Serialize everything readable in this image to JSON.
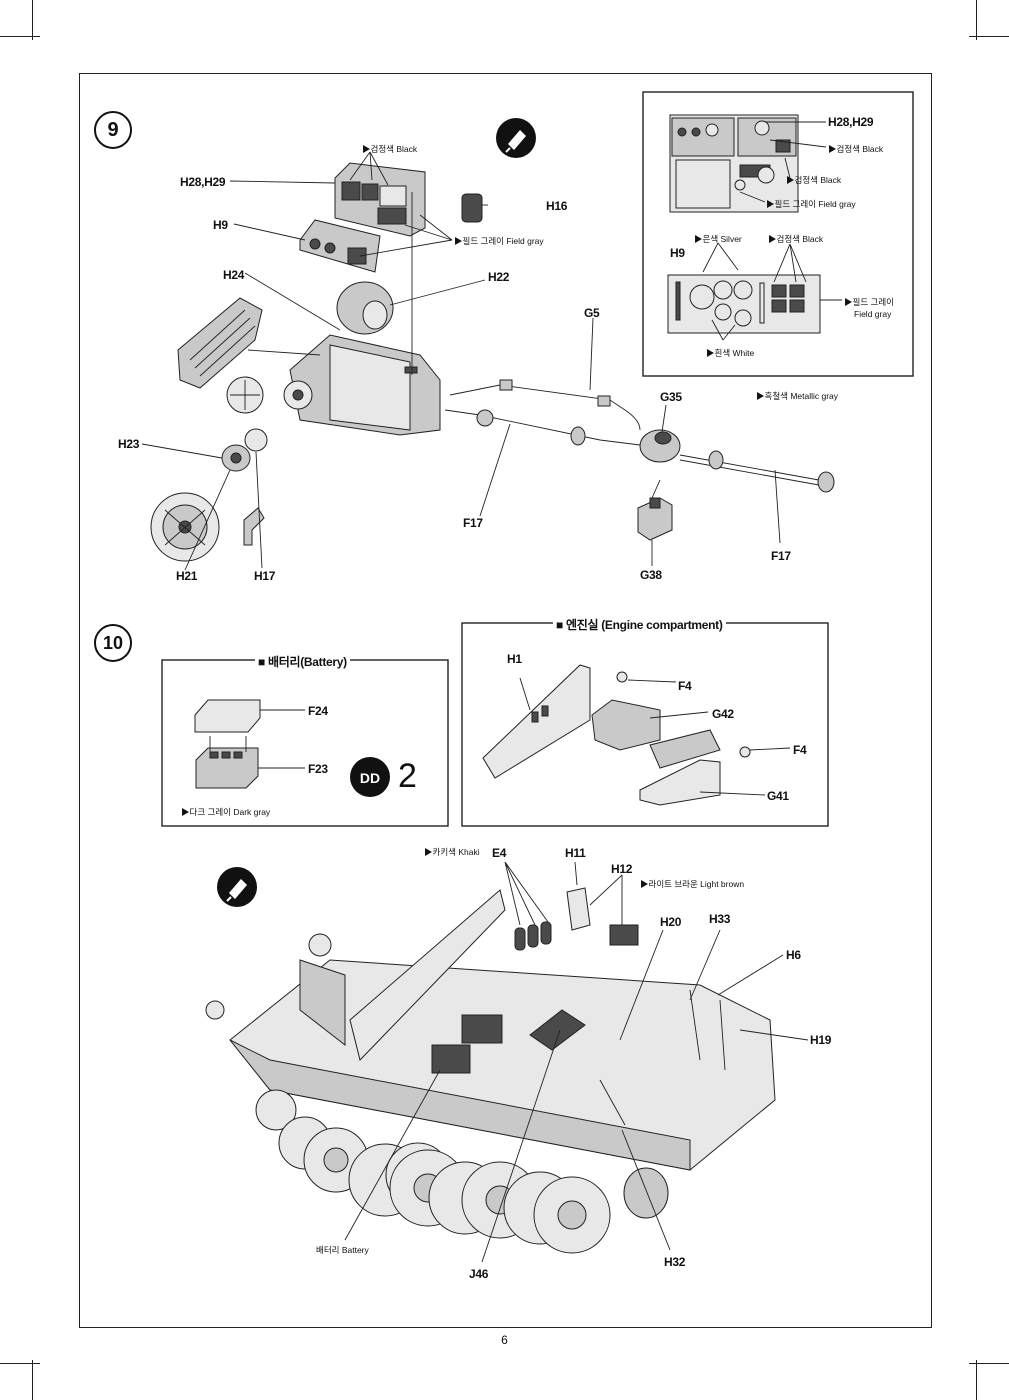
{
  "page_number": "6",
  "step9": {
    "number": "9",
    "labels": {
      "h28_h29": "H28,H29",
      "h16": "H16",
      "h9": "H9",
      "h24": "H24",
      "h22": "H22",
      "g5": "G5",
      "h23": "H23",
      "g35": "G35",
      "f17_left": "F17",
      "f17_right": "F17",
      "g38": "G38",
      "h21": "H21",
      "h17": "H17"
    },
    "notes": {
      "black": "▶검정색 Black",
      "field_gray": "▶필드 그레이 Field gray",
      "metallic_gray": "▶흑철색 Metallic gray"
    },
    "detail": {
      "h28_h29": "H28,H29",
      "black1": "▶검정색 Black",
      "black2": "▶검정색 Black",
      "field_gray1": "▶필드 그레이 Field gray",
      "silver": "▶은색 Silver",
      "black3": "▶검정색 Black",
      "h9": "H9",
      "field_gray2a": "▶필드 그레이",
      "field_gray2b": "Field gray",
      "white": "▶흰색 White"
    }
  },
  "step10": {
    "number": "10",
    "battery": {
      "title": "■ 배터리(Battery)",
      "f24": "F24",
      "f23": "F23",
      "dark_gray": "▶다크 그레이 Dark gray",
      "decal_count": "2"
    },
    "engine": {
      "title": "■ 엔진실 (Engine compartment)",
      "h1": "H1",
      "f4_top": "F4",
      "g42": "G42",
      "f4_right": "F4",
      "g41": "G41"
    },
    "hull": {
      "khaki": "▶카키색 Khaki",
      "e4": "E4",
      "h11": "H11",
      "h12": "H12",
      "light_brown": "▶라이트 브라운 Light brown",
      "h20": "H20",
      "h33": "H33",
      "h6": "H6",
      "h19": "H19",
      "battery": "배터리 Battery",
      "j46": "J46",
      "h32": "H32"
    }
  }
}
